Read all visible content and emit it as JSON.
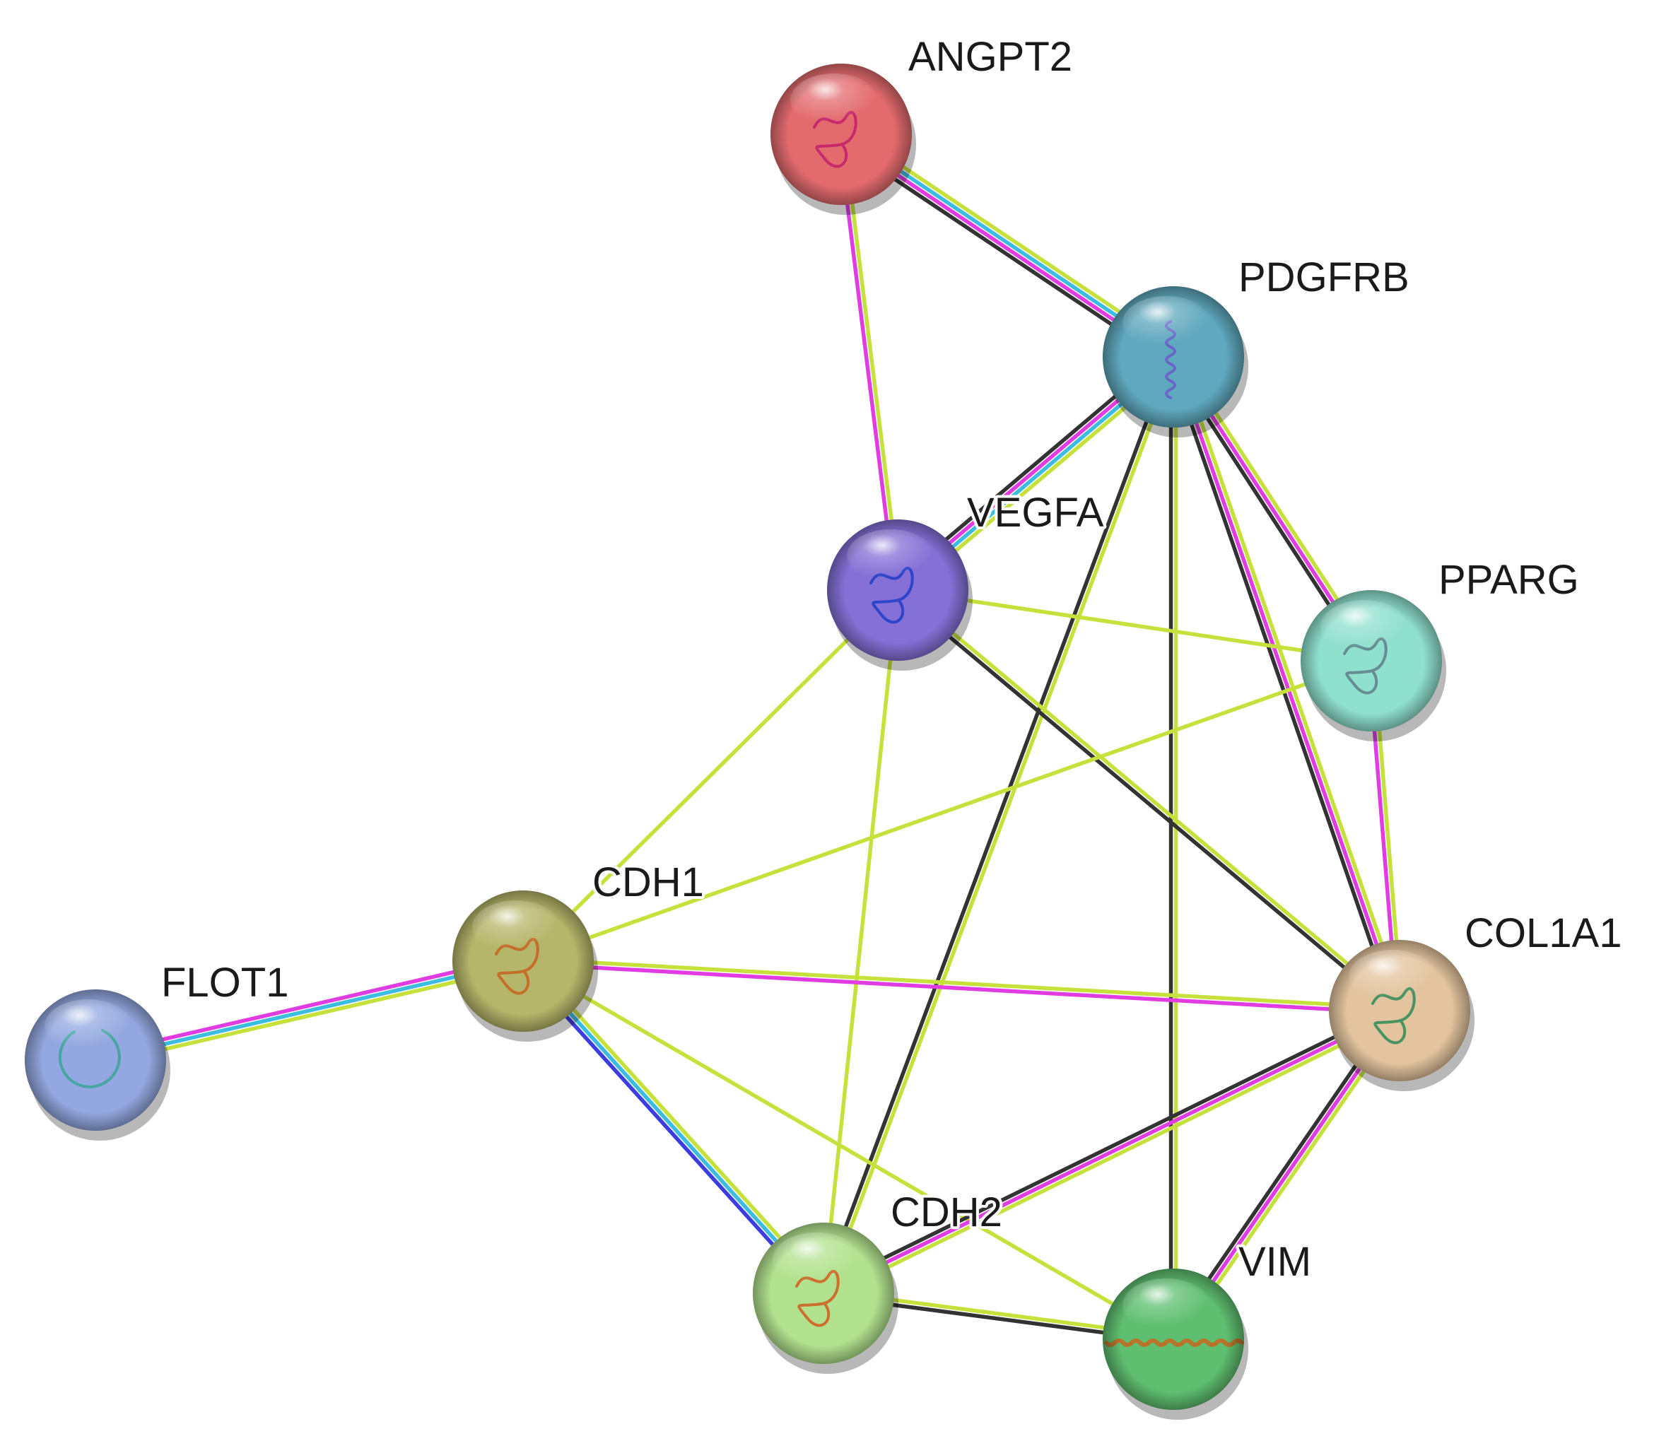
{
  "network": {
    "colors": {
      "textmining": "#c7e13c",
      "experiments": "#e13ce1",
      "coexpression": "#333333",
      "database": "#3cbce1",
      "cooccurrence": "#3c3ce1"
    },
    "nodes": [
      {
        "id": "ANGPT2",
        "label": "ANGPT2",
        "color": "#e36b6e",
        "icon": "protein-structure-icon"
      },
      {
        "id": "PDGFRB",
        "label": "PDGFRB",
        "color": "#5fa8bd",
        "icon": "protein-structure-icon"
      },
      {
        "id": "VEGFA",
        "label": "VEGFA",
        "color": "#8470d6",
        "icon": "protein-structure-icon"
      },
      {
        "id": "PPARG",
        "label": "PPARG",
        "color": "#8fe0cc",
        "icon": "protein-structure-icon"
      },
      {
        "id": "CDH1",
        "label": "CDH1",
        "color": "#b6b66a",
        "icon": "protein-structure-icon"
      },
      {
        "id": "FLOT1",
        "label": "FLOT1",
        "color": "#93a8e0",
        "icon": "protein-structure-icon"
      },
      {
        "id": "COL1A1",
        "label": "COL1A1",
        "color": "#e3c49e",
        "icon": "protein-structure-icon"
      },
      {
        "id": "CDH2",
        "label": "CDH2",
        "color": "#b2e28e",
        "icon": "protein-structure-icon"
      },
      {
        "id": "VIM",
        "label": "VIM",
        "color": "#5fbf70",
        "icon": "protein-structure-icon"
      }
    ],
    "edges": [
      {
        "source": "ANGPT2",
        "target": "PDGFRB",
        "evidence": [
          "textmining",
          "database",
          "experiments",
          "coexpression"
        ]
      },
      {
        "source": "ANGPT2",
        "target": "VEGFA",
        "evidence": [
          "textmining",
          "experiments"
        ]
      },
      {
        "source": "PDGFRB",
        "target": "VEGFA",
        "evidence": [
          "textmining",
          "database",
          "experiments",
          "coexpression"
        ]
      },
      {
        "source": "PDGFRB",
        "target": "PPARG",
        "evidence": [
          "textmining",
          "experiments",
          "coexpression"
        ]
      },
      {
        "source": "PDGFRB",
        "target": "COL1A1",
        "evidence": [
          "textmining",
          "experiments",
          "coexpression"
        ]
      },
      {
        "source": "PDGFRB",
        "target": "CDH2",
        "evidence": [
          "textmining",
          "coexpression"
        ]
      },
      {
        "source": "PDGFRB",
        "target": "VIM",
        "evidence": [
          "textmining",
          "coexpression"
        ]
      },
      {
        "source": "VEGFA",
        "target": "PPARG",
        "evidence": [
          "textmining"
        ]
      },
      {
        "source": "VEGFA",
        "target": "CDH1",
        "evidence": [
          "textmining"
        ]
      },
      {
        "source": "VEGFA",
        "target": "CDH2",
        "evidence": [
          "textmining"
        ]
      },
      {
        "source": "VEGFA",
        "target": "COL1A1",
        "evidence": [
          "textmining",
          "coexpression"
        ]
      },
      {
        "source": "PPARG",
        "target": "CDH1",
        "evidence": [
          "textmining"
        ]
      },
      {
        "source": "PPARG",
        "target": "COL1A1",
        "evidence": [
          "textmining",
          "experiments"
        ]
      },
      {
        "source": "CDH1",
        "target": "FLOT1",
        "evidence": [
          "textmining",
          "database",
          "experiments"
        ]
      },
      {
        "source": "CDH1",
        "target": "COL1A1",
        "evidence": [
          "textmining",
          "experiments"
        ]
      },
      {
        "source": "CDH1",
        "target": "CDH2",
        "evidence": [
          "textmining",
          "database",
          "cooccurrence"
        ]
      },
      {
        "source": "CDH1",
        "target": "VIM",
        "evidence": [
          "textmining"
        ]
      },
      {
        "source": "COL1A1",
        "target": "CDH2",
        "evidence": [
          "textmining",
          "experiments",
          "coexpression"
        ]
      },
      {
        "source": "COL1A1",
        "target": "VIM",
        "evidence": [
          "textmining",
          "experiments",
          "coexpression"
        ]
      },
      {
        "source": "CDH2",
        "target": "VIM",
        "evidence": [
          "textmining",
          "coexpression"
        ]
      }
    ]
  }
}
